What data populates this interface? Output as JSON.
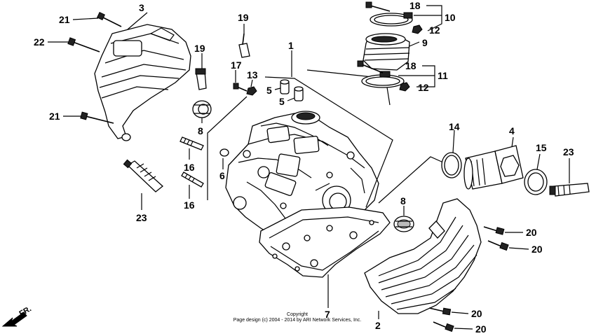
{
  "callouts": {
    "c1": "1",
    "c2": "2",
    "c3": "3",
    "c4": "4",
    "c5a": "5",
    "c5b": "5",
    "c6": "6",
    "c7": "7",
    "c8a": "8",
    "c8b": "8",
    "c9": "9",
    "c10": "10",
    "c11": "11",
    "c12a": "12",
    "c12b": "12",
    "c13": "13",
    "c14": "14",
    "c15": "15",
    "c16a": "16",
    "c16b": "16",
    "c17": "17",
    "c18a": "18",
    "c18b": "18",
    "c19a": "19",
    "c19b": "19",
    "c20a": "20",
    "c20b": "20",
    "c20c": "20",
    "c20d": "20",
    "c21a": "21",
    "c21b": "21",
    "c22": "22",
    "c23a": "23",
    "c23b": "23"
  },
  "copyright_line1": "Copyright",
  "copyright_line2": "Page design (c) 2004 - 2014 by ARI Network Services, Inc.",
  "front_indicator": "FR."
}
